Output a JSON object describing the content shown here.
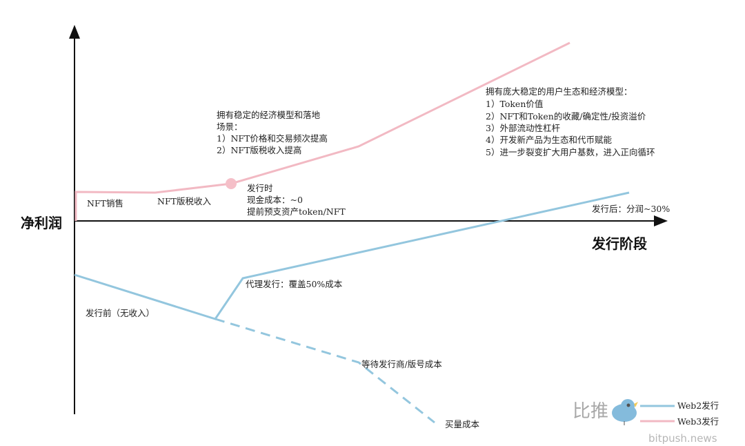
{
  "chart_data": {
    "type": "line",
    "title": "",
    "ylabel": "净利润",
    "xlabel": "发行阶段",
    "legend": {
      "placement": "bottom-right",
      "entries": [
        "Web2发行",
        "Web3发行"
      ]
    },
    "series": [
      {
        "name": "Web3发行",
        "color": "#f2b9c3"
      },
      {
        "name": "Web2发行",
        "color": "#93c6de"
      }
    ],
    "annotations": {
      "nft_sales": "NFT销售",
      "nft_royalty": "NFT版税收入",
      "issue_time": [
        "发行时",
        "现金成本：~0",
        "提前预支资产token/NFT"
      ],
      "stable_model": [
        "拥有稳定的经济模型和落地",
        "场景：",
        "1）NFT价格和交易频次提高",
        "2）NFT版税收入提高"
      ],
      "large_ecosystem": [
        "拥有庞大稳定的用户生态和经济模型：",
        "1）Token价值",
        "2）NFT和Token的收藏/确定性/投资溢价",
        "3）外部流动性杠杆",
        "4）开发新产品为生态和代币赋能",
        "5）进一步裂变扩大用户基数，进入正向循环"
      ],
      "after_issue": "发行后：分润~30%",
      "agent_issue": "代理发行：覆盖50%成本",
      "pre_issue": "发行前（无收入）",
      "waiting": "等待发行商/版号成本",
      "buy_volume": "买量成本"
    }
  },
  "watermark": {
    "cn": "比推",
    "en": "bitpush.news"
  }
}
